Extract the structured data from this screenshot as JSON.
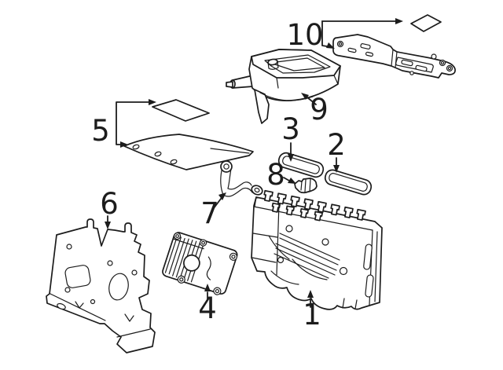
{
  "diagram": {
    "background_color": "#ffffff",
    "line_color": "#1c1c1c",
    "callouts": [
      {
        "label": "1"
      },
      {
        "label": "2"
      },
      {
        "label": "3"
      },
      {
        "label": "4"
      },
      {
        "label": "5"
      },
      {
        "label": "6"
      },
      {
        "label": "7"
      },
      {
        "label": "8"
      },
      {
        "label": "9"
      },
      {
        "label": "10"
      }
    ]
  }
}
